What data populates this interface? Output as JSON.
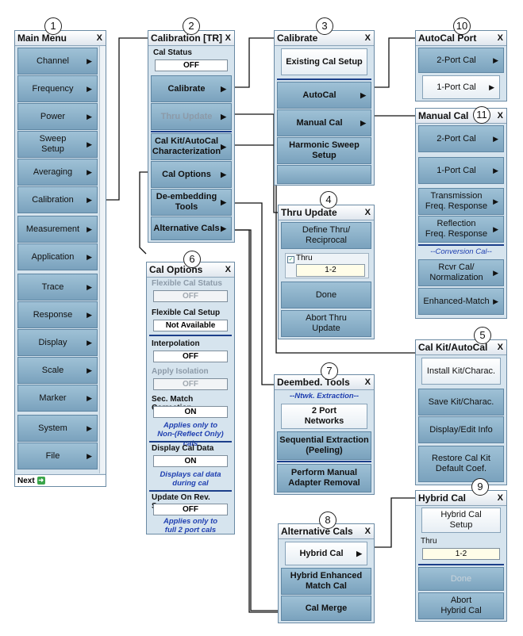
{
  "callouts": [
    "1",
    "2",
    "3",
    "4",
    "5",
    "6",
    "7",
    "8",
    "9",
    "10",
    "11"
  ],
  "main_menu": {
    "title": "Main Menu",
    "close": "X",
    "items": [
      "Channel",
      "Frequency",
      "Power",
      "Sweep\nSetup",
      "Averaging",
      "Calibration",
      "Measurement",
      "Application",
      "Trace",
      "Response",
      "Display",
      "Scale",
      "Marker",
      "System",
      "File"
    ],
    "next": "Next"
  },
  "calibration": {
    "title": "Calibration [TR]",
    "close": "X",
    "cal_status_label": "Cal Status",
    "cal_status_value": "OFF",
    "items": [
      "Calibrate",
      "Thru Update",
      "Cal Kit/AutoCal\nCharacterization",
      "Cal Options",
      "De-embedding\nTools",
      "Alternative Cals"
    ]
  },
  "calibrate": {
    "title": "Calibrate",
    "close": "X",
    "items": [
      "Existing Cal Setup",
      "AutoCal",
      "Manual Cal",
      "Harmonic Sweep\nSetup"
    ]
  },
  "autocal_port": {
    "title": "AutoCal Port",
    "close": "X",
    "items": [
      "2-Port Cal",
      "1-Port Cal"
    ]
  },
  "manual_cal": {
    "title": "Manual Cal",
    "close": "X",
    "items": [
      "2-Port Cal",
      "1-Port Cal",
      "Transmission\nFreq. Response",
      "Reflection\nFreq. Response",
      "Rcvr Cal/\nNormalization",
      "Enhanced-Match"
    ],
    "conversion_label": "--Conversion Cal--"
  },
  "thru_update": {
    "title": "Thru Update",
    "close": "X",
    "items": [
      "Define Thru/\nReciprocal",
      "Done",
      "Abort Thru\nUpdate"
    ],
    "thru_label": "Thru",
    "thru_value": "1-2"
  },
  "cal_kit_autocal": {
    "title": "Cal Kit/AutoCal",
    "close": "X",
    "items": [
      "Install Kit/Charac.",
      "Save Kit/Charac.",
      "Display/Edit Info",
      "Restore Cal Kit\nDefault Coef."
    ]
  },
  "cal_options": {
    "title": "Cal Options",
    "close": "X",
    "flexible_status_label": "Flexible Cal Status",
    "flexible_status_value": "OFF",
    "flexible_setup_label": "Flexible Cal Setup",
    "flexible_setup_value": "Not Available",
    "interpolation_label": "Interpolation",
    "interpolation_value": "OFF",
    "apply_isolation_label": "Apply Isolation",
    "apply_isolation_value": "OFF",
    "sec_match_label": "Sec. Match Correction",
    "sec_match_value": "ON",
    "sec_match_note": "Applies only to\nNon-(Reflect Only) cals",
    "display_cal_label": "Display Cal Data",
    "display_cal_value": "ON",
    "display_cal_note": "Displays cal data\nduring cal",
    "update_rev_label": "Update On Rev. Sweep",
    "update_rev_value": "OFF",
    "update_rev_note": "Applies only to\nfull 2 port cals"
  },
  "deembed_tools": {
    "title": "Deembed. Tools",
    "close": "X",
    "extraction_label": "--Ntwk. Extraction--",
    "items": [
      "2 Port\nNetworks",
      "Sequential Extraction\n(Peeling)",
      "Perform Manual\nAdapter Removal"
    ]
  },
  "alternative_cals": {
    "title": "Alternative Cals",
    "close": "X",
    "items": [
      "Hybrid Cal",
      "Hybrid Enhanced\nMatch Cal",
      "Cal Merge"
    ]
  },
  "hybrid_cal": {
    "title": "Hybrid Cal",
    "close": "X",
    "items": [
      "Hybrid Cal\nSetup",
      "Done",
      "Abort\nHybrid Cal"
    ],
    "thru_label": "Thru",
    "thru_value": "1-2"
  }
}
